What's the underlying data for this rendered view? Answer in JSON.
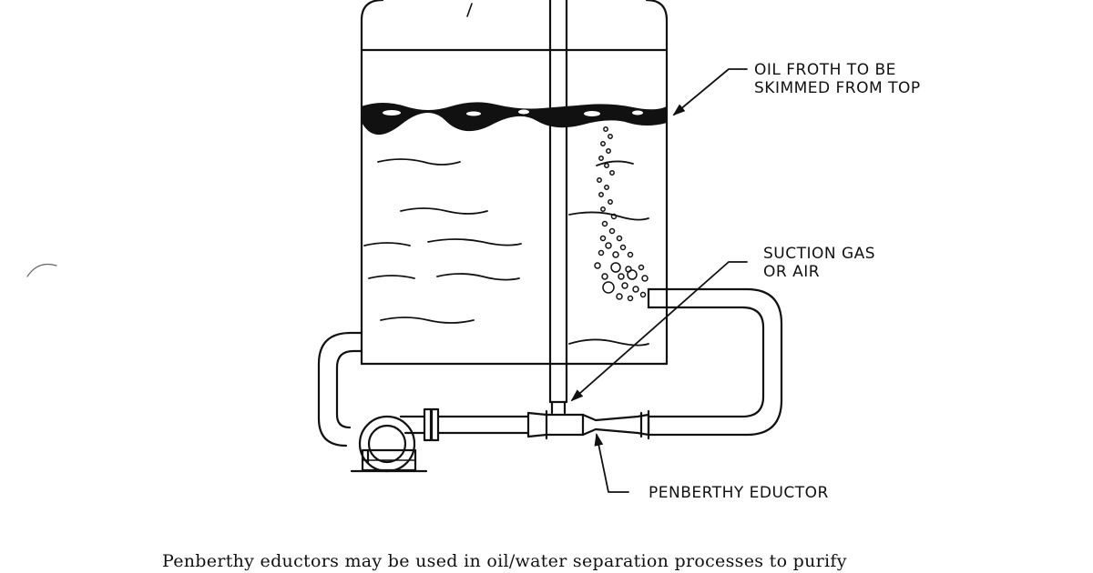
{
  "labels": {
    "oil_froth_line1": "OIL FROTH TO BE",
    "oil_froth_line2": "SKIMMED FROM TOP",
    "suction_line1": "SUCTION GAS",
    "suction_line2": "OR AIR",
    "eductor": "PENBERTHY EDUCTOR"
  },
  "caption": "Penberthy eductors may be used in oil/water separation processes to purify"
}
